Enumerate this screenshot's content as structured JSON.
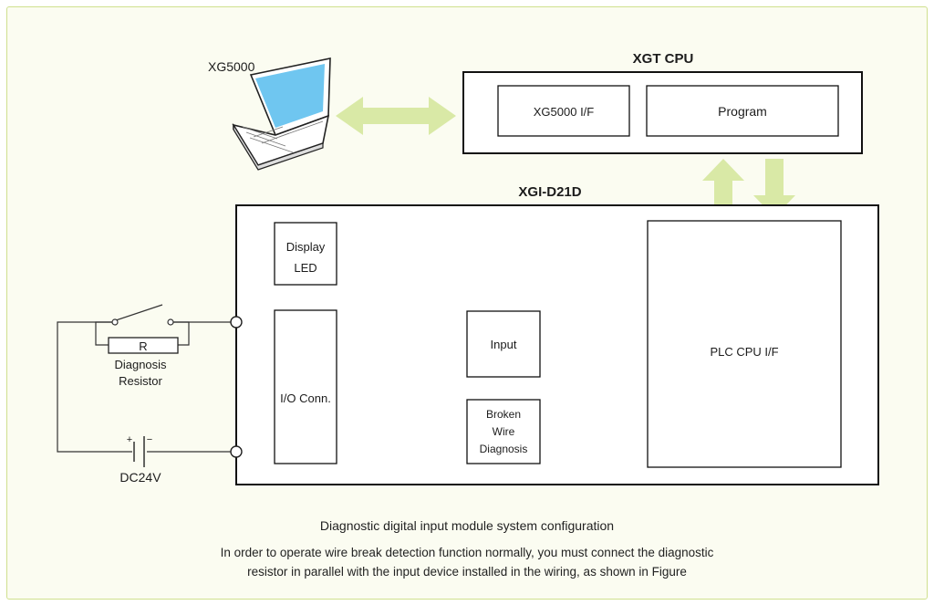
{
  "diagram": {
    "laptop_label": "XG5000",
    "xgt_cpu": {
      "title": "XGT CPU",
      "if_label": "XG5000 I/F",
      "program_label": "Program"
    },
    "module": {
      "title": "XGI-D21D",
      "display_led": [
        "Display",
        "LED"
      ],
      "io_conn": "I/O Conn.",
      "input": "Input",
      "broken_wire": [
        "Broken",
        "Wire",
        "Diagnosis"
      ],
      "plc_cpu_if": "PLC CPU I/F"
    },
    "circuit": {
      "resistor": "R",
      "resistor_caption": [
        "Diagnosis",
        "Resistor"
      ],
      "battery_plus": "+",
      "battery_minus": "−",
      "supply": "DC24V"
    },
    "colors": {
      "arrow": "#d9e9a6",
      "frame_border": "#cfe08e",
      "background": "#fbfcf1",
      "laptop_screen": "#6fc6f0"
    },
    "caption_title": "Diagnostic digital input module system configuration",
    "caption_lines": [
      "In order to operate wire break detection function normally, you must connect the diagnostic",
      "resistor in parallel with the input device installed in the wiring, as shown in Figure"
    ]
  }
}
